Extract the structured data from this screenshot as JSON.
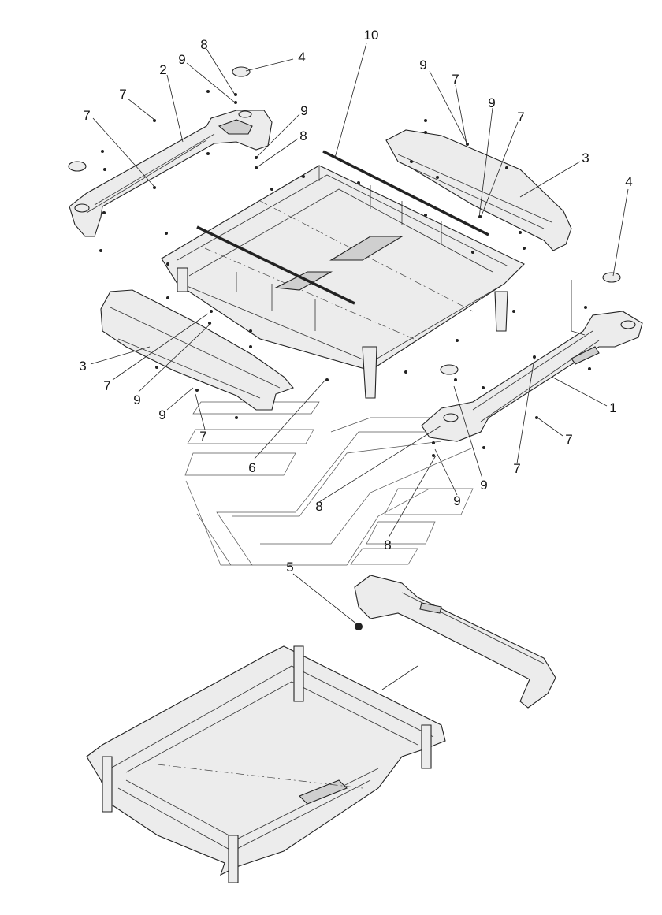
{
  "labels": [
    "10",
    "8",
    "4",
    "9",
    "2",
    "7",
    "7",
    "9",
    "8",
    "9",
    "7",
    "9",
    "7",
    "3",
    "4",
    "3",
    "7",
    "9",
    "9",
    "7",
    "6",
    "1",
    "7",
    "7",
    "9",
    "8",
    "9",
    "8",
    "5"
  ]
}
